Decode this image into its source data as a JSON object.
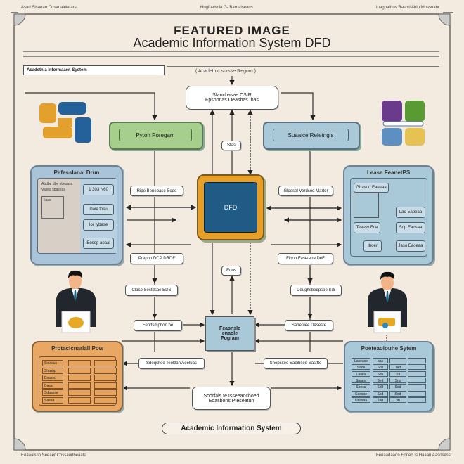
{
  "header": {
    "left": "Asad Sisaean Cosaoalelatars",
    "center": "Hogfoelscia G- Barnaiseans",
    "right": "Inagpathos Rasnd Ablo Mossnahr"
  },
  "title": "FEATURED IMAGE",
  "subtitle": "Academic Information System DFD",
  "system_label": "Acadetnia Informaaer. System",
  "caption": "( Acadetnic sursse Regum )",
  "top_box": [
    "Sfaocbasae CSIR",
    "Fpsoonas Oeasbas Ibas"
  ],
  "python_box": "Pyton Poregam",
  "source_box": "Suaaice Refetngis",
  "dfd_label": "DFD",
  "center_program": [
    "Feasnsle",
    "enaole",
    "Pogram"
  ],
  "labels": {
    "stas": "Stas",
    "eoos": "Eoos",
    "ripe": "Ripe Benebase Sode",
    "prepnn": "Prepnn DCP DRDF",
    "gloqsel": "Gloqsel Verdsod Marter",
    "fibob": "Fibob Fasetepa DeF",
    "clasp": "Clasp Sestdsae EDS",
    "fendsm": "Fendsmphon be",
    "deugh": "Deughsbedpspe Sdr",
    "sanef": "Sanefuee Daseste",
    "sdeq": "Sdeqsltee Teoltlan Aoeluas",
    "sneps": "Snepsitee Saeibsee Sastfte"
  },
  "left_panel": {
    "title": "Pefesslanal Drun",
    "items": [
      "1 303 N60",
      "Daie tosu",
      "Ior tybase",
      "Eosep aoaal"
    ],
    "notes": [
      "Abdbe dbe ebesass",
      "Vasea sbaseas",
      "Iiaae"
    ]
  },
  "right_panel": {
    "title": "Lease FeanetPS",
    "items": [
      "Ghasud Eaeeaa",
      "Teassv Ede",
      "Lao Eaoeaa",
      "Sop Eaosaa",
      "Jaso Eaoeaa",
      "Iboer"
    ]
  },
  "orange_panel": {
    "title": "Protacicnarlall Pow",
    "rows": [
      "Siedaus",
      "Shashp",
      "Eoaseu",
      "Dasa",
      "Sdaapse",
      "Saeaa"
    ]
  },
  "blue_panel": {
    "title": "Poeteaoiouhe Sytem",
    "rows": [
      [
        "Lasease",
        "aas",
        ""
      ],
      [
        "Saoe",
        "Sd.l",
        "1ad"
      ],
      [
        "Laaeu",
        "Sas",
        "3l3"
      ],
      [
        "Saaesl",
        "Sed",
        "Sno"
      ],
      [
        "Sbesu",
        "Sd3",
        "Sdd"
      ],
      [
        "Saesae",
        "Ssd",
        "Sod"
      ],
      [
        "Usasaa",
        "Jad",
        "3b"
      ]
    ]
  },
  "bottom_box": [
    "Sodrfais te Isseeaochoed",
    "Eoasbons Pteseatun"
  ],
  "bottom_pill": "Academic Information System",
  "footer": {
    "left": "Eoaaaistio Seeaer Cossaorlbeaals",
    "right": "Feoaadaaon Eoneo Is Haaan Aasosesst"
  },
  "colors": {
    "background": "#f3ebdf",
    "green": "#a7cf8c",
    "blue_panel": "#a9c8d8",
    "orange": "#e3a25a",
    "dfd_border": "#e6a02a",
    "dfd_inner": "#1f5b85"
  }
}
